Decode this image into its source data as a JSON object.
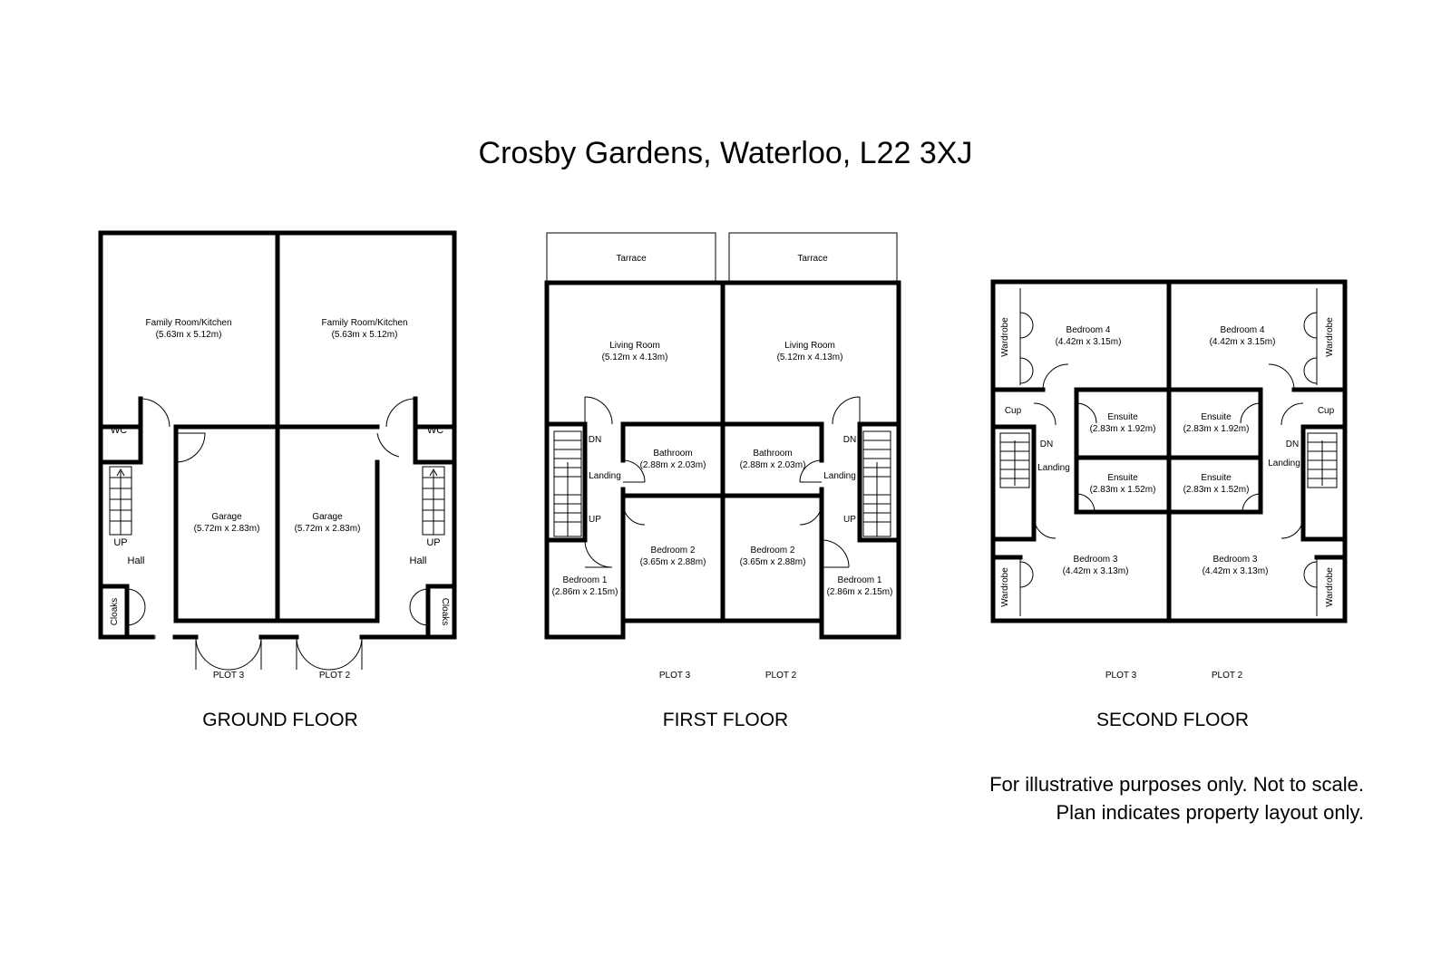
{
  "title": "Crosby Gardens, Waterloo, L22 3XJ",
  "floors": {
    "ground": "GROUND FLOOR",
    "first": "FIRST FLOOR",
    "second": "SECOND FLOOR"
  },
  "plots": {
    "plot3": "PLOT 3",
    "plot2": "PLOT 2"
  },
  "disclaimer": {
    "line1": "For illustrative purposes only. Not to scale.",
    "line2": "Plan indicates property layout only."
  },
  "rooms": {
    "family": {
      "name": "Family Room/Kitchen",
      "dims": "(5.63m x 5.12m)"
    },
    "wc": "WC",
    "hall": "Hall",
    "cloaks": "Cloaks",
    "garage": {
      "name": "Garage",
      "dims": "(5.72m x 2.83m)"
    },
    "tarrace": "Tarrace",
    "living": {
      "name": "Living Room",
      "dims": "(5.12m x 4.13m)"
    },
    "bathroom": {
      "name": "Bathroom",
      "dims": "(2.88m x 2.03m)"
    },
    "landing": "Landing",
    "bedroom1": {
      "name": "Bedroom 1",
      "dims": "(2.86m x 2.15m)"
    },
    "bedroom2": {
      "name": "Bedroom 2",
      "dims": "(3.65m x 2.88m)"
    },
    "bedroom3": {
      "name": "Bedroom 3",
      "dims": "(4.42m x 3.13m)"
    },
    "bedroom4": {
      "name": "Bedroom 4",
      "dims": "(4.42m x 3.15m)"
    },
    "ensuite_large": {
      "name": "Ensuite",
      "dims": "(2.83m x 1.92m)"
    },
    "ensuite_small": {
      "name": "Ensuite",
      "dims": "(2.83m x 1.52m)"
    },
    "wardrobe": "Wardrobe",
    "cup": "Cup",
    "up": "UP",
    "dn": "DN"
  }
}
